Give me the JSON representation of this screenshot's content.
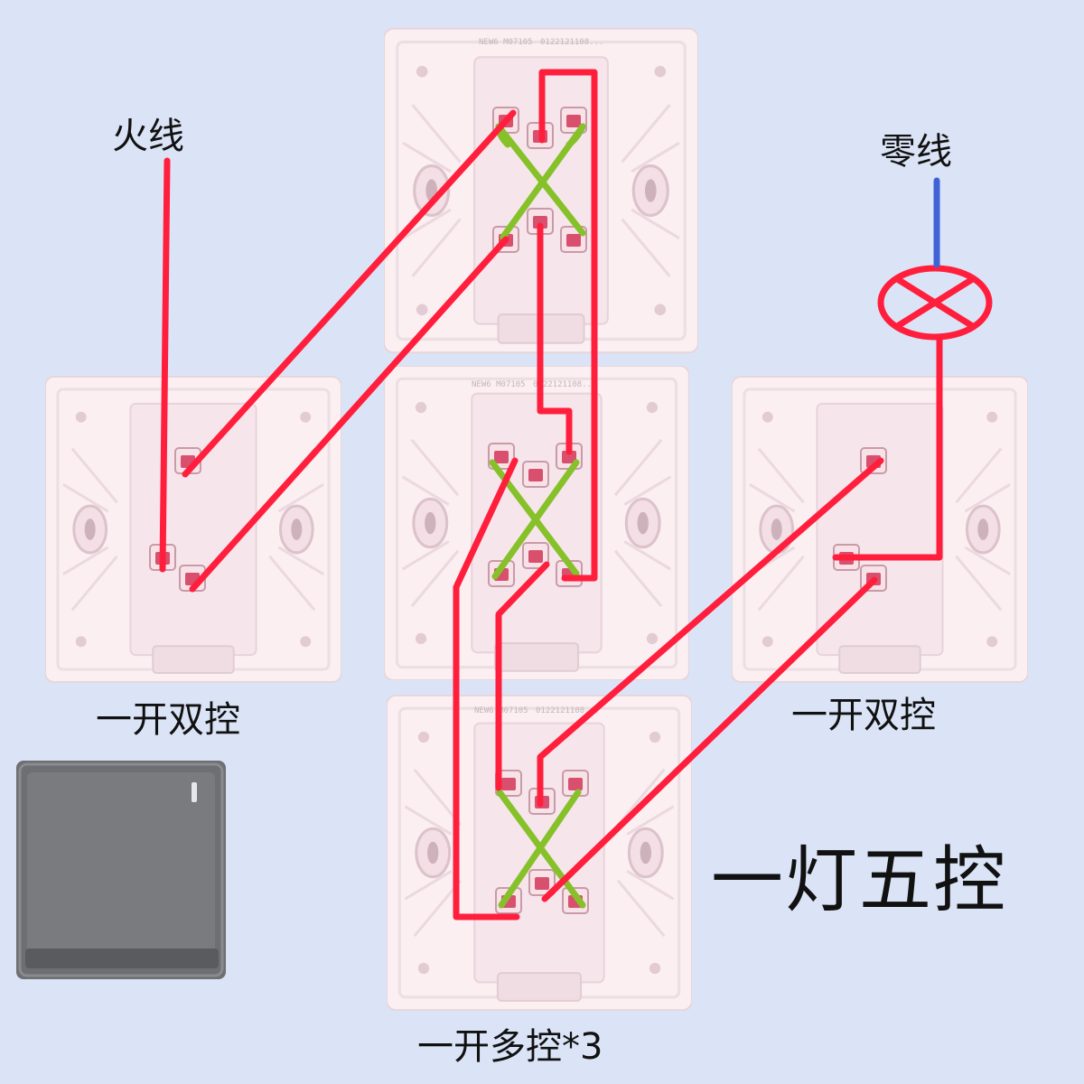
{
  "labels": {
    "live_wire": "火线",
    "neutral_wire": "零线",
    "left_switch": "一开双控",
    "right_switch": "一开双控",
    "middle_switches": "一开多控*3",
    "title": "一灯五控"
  },
  "plate_print": {
    "model": "NEW6  M07105",
    "serial": "0122121108..."
  },
  "colors": {
    "background": "#dbe4f7",
    "live_line": "#ff1f3d",
    "neutral_line": "#3f63d6",
    "cross_link": "#86c12a",
    "plate": "#fbeff2",
    "terminal": "#d9506e",
    "switch_panel": "#6e6f73"
  }
}
